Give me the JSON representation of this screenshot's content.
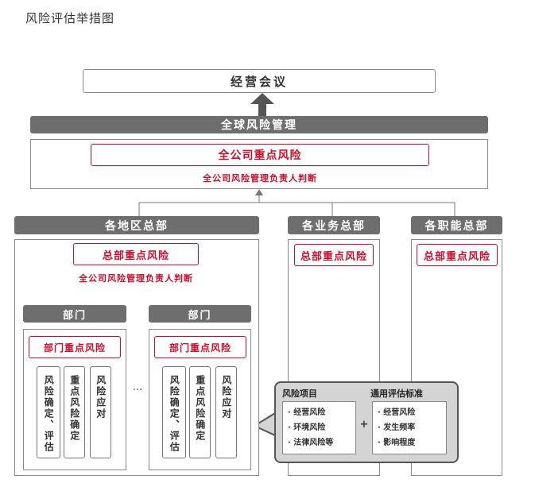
{
  "title": "风险评估举措图",
  "top": {
    "meeting": "经营会议",
    "global": "全球风险管理"
  },
  "global_box": {
    "risk": "全公司重点风险",
    "judge": "全公司风险管理负责人判断"
  },
  "regions": [
    {
      "label": "各地区总部"
    },
    {
      "label": "各业务总部"
    },
    {
      "label": "各职能总部"
    }
  ],
  "hq_risk": "总部重点风险",
  "regional_judge": "全公司风险管理负责人判断",
  "dept": {
    "label": "部门",
    "risk": "部门重点风险",
    "cols": [
      "风险确定、评估",
      "重点风险确定",
      "风险应对"
    ]
  },
  "ellipsis": "···",
  "criteria": {
    "left_title": "风险项目",
    "left_items": [
      "· 经营风险",
      "· 环境风险",
      "· 法律风险等"
    ],
    "plus": "+",
    "right_title": "通用评估标准",
    "right_items": [
      "· 经营风险",
      "· 发生频率",
      "· 影响程度"
    ]
  },
  "colors": {
    "bar": "#6e6e6e",
    "accent": "#c8102e"
  }
}
